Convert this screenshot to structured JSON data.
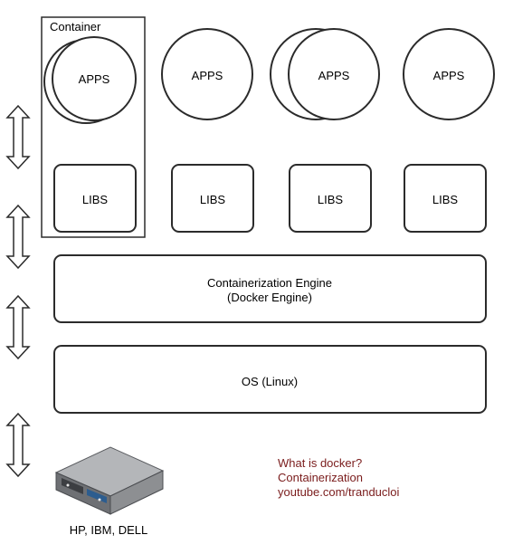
{
  "container_label": "Container",
  "apps_label": "APPS",
  "libs_label": "LIBS",
  "engine": {
    "line1": "Containerization Engine",
    "line2": "(Docker Engine)"
  },
  "os_label": "OS (Linux)",
  "server_caption": "HP, IBM, DELL",
  "note": {
    "line1": "What is docker?",
    "line2": "Containerization",
    "line3": "youtube.com/tranducloi",
    "color": "#7a1c1c"
  },
  "colors": {
    "stroke": "#2b2b2b",
    "fill": "#ffffff",
    "server_body": "#8d8f92",
    "server_top": "#b4b6b9",
    "server_front": "#6e7074"
  }
}
